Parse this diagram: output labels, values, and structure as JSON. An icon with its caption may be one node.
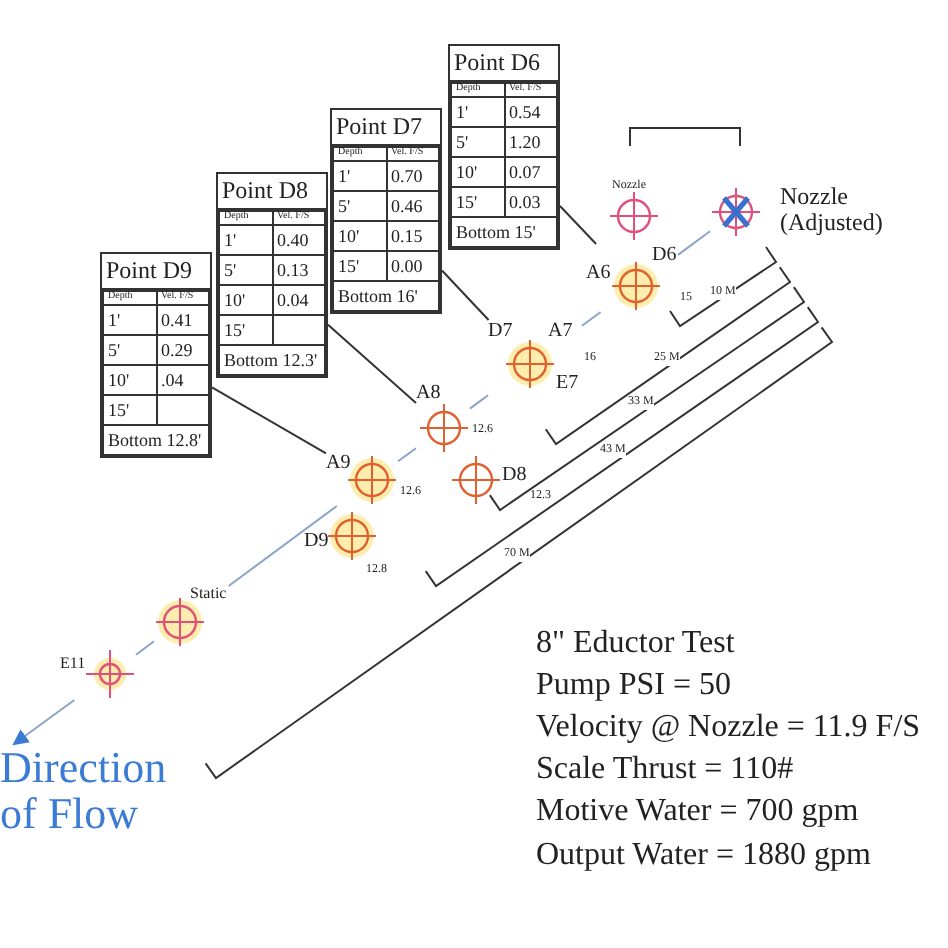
{
  "diagram": {
    "nodes": [
      {
        "text": [
          "Point D9",
          "Depth",
          "Vel. F/S",
          "1'",
          "0.41",
          "5'",
          "0.29",
          "10'",
          ".04",
          "15'",
          "Bottom 12.8'"
        ]
      },
      {
        "text": [
          "Point D8",
          "Depth",
          "Vel. F/S",
          "1'",
          "0.40",
          "5'",
          "0.13",
          "10'",
          "0.04",
          "15'",
          "Bottom 12.3'"
        ]
      },
      {
        "text": [
          "Point D7",
          "Depth",
          "Vel. F/S",
          "1'",
          "0.70",
          "5'",
          "0.46",
          "10'",
          "0.15",
          "15'",
          "0.00",
          "Bottom 16'"
        ]
      },
      {
        "text": [
          "Point D6",
          "Depth",
          "Vel. F/S",
          "1'",
          "0.54",
          "5'",
          "1.20",
          "10'",
          "0.07",
          "15'",
          "0.03",
          "Bottom 15'"
        ]
      },
      {
        "text": [
          "Nozzle"
        ]
      },
      {
        "text": [
          "Nozzle (Adjusted)"
        ]
      },
      {
        "text": [
          "A6",
          "D6"
        ],
        "beside": [
          "15"
        ]
      },
      {
        "text": [
          "D7",
          "A7",
          "E7"
        ],
        "beside": [
          "16"
        ]
      },
      {
        "text": [
          "A8"
        ],
        "beside": [
          "12.6"
        ]
      },
      {
        "text": [
          "D8"
        ],
        "beside": [
          "12.3"
        ]
      },
      {
        "text": [
          "A9"
        ],
        "beside": [
          "12.6"
        ]
      },
      {
        "text": [
          "D9"
        ],
        "beside": [
          "12.8"
        ]
      },
      {
        "text": [
          "Static"
        ]
      },
      {
        "text": [
          "E11"
        ]
      },
      {
        "text": [
          "Direction of Flow"
        ]
      }
    ],
    "edges": [
      {
        "from": 0,
        "to": 10,
        "arrow": "none",
        "color": "#333333"
      },
      {
        "from": 1,
        "to": 8,
        "arrow": "none",
        "color": "#333333"
      },
      {
        "from": 2,
        "to": 7,
        "arrow": "none",
        "color": "#333333"
      },
      {
        "from": 3,
        "to": 6,
        "arrow": "none",
        "color": "#333333"
      },
      {
        "from": 5,
        "to": 6,
        "arrow": "none"
      },
      {
        "from": 6,
        "to": 7,
        "arrow": "none"
      },
      {
        "from": 7,
        "to": 8,
        "arrow": "none"
      },
      {
        "from": 8,
        "to": 10,
        "arrow": "none"
      },
      {
        "from": 10,
        "to": 12,
        "arrow": "none"
      },
      {
        "from": 12,
        "to": 13,
        "arrow": "none"
      },
      {
        "from": 13,
        "to": 14,
        "arrow": "to"
      }
    ],
    "labels": [
      "10 M",
      "25 M",
      "33 M",
      "43 M",
      "70 M",
      "8\" Eductor Test",
      "Pump PSI = 50",
      "Velocity @ Nozzle = 11.9 F/S",
      "Scale Thrust = 110#",
      "Motive Water = 700 gpm",
      "Output Water = 1880 gpm"
    ]
  }
}
